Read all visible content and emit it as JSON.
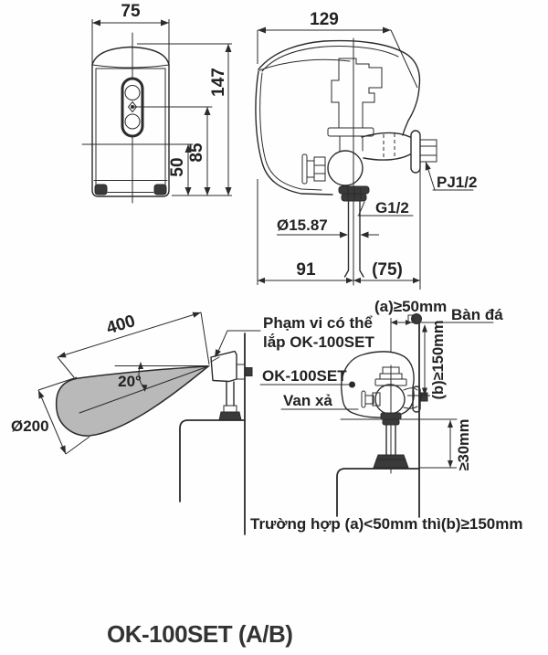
{
  "colors": {
    "line": "#2b2b2b",
    "cone_fill": "#b9b9b9",
    "text": "#222222",
    "background": "#fefefe"
  },
  "title": "OK-100SET (A/B)",
  "front_view": {
    "width": "75",
    "height": "147",
    "sensor_center_height": "85",
    "mount_height": "50"
  },
  "side_view": {
    "depth": "129",
    "wall_connection": "PJ1/2",
    "outlet_thread": "G1/2",
    "pipe_diameter": "Ø15.87",
    "center_offset": "91",
    "wall_offset": "(75)"
  },
  "detection_range": {
    "length": "400",
    "angle": "20°",
    "diameter": "Ø200"
  },
  "installation": {
    "range_note_line1": "Phạm vi có thể",
    "range_note_line2": "lắp OK-100SET",
    "unit_label": "OK-100SET",
    "flush_valve_label": "Van xả",
    "counter_label": "Bàn đá",
    "dim_a": "(a)≥50mm",
    "dim_b": "(b)≥150mm",
    "dim_offset": "≥30mm",
    "condition_note": "Trường hợp (a)<50mm thì(b)≥150mm"
  }
}
